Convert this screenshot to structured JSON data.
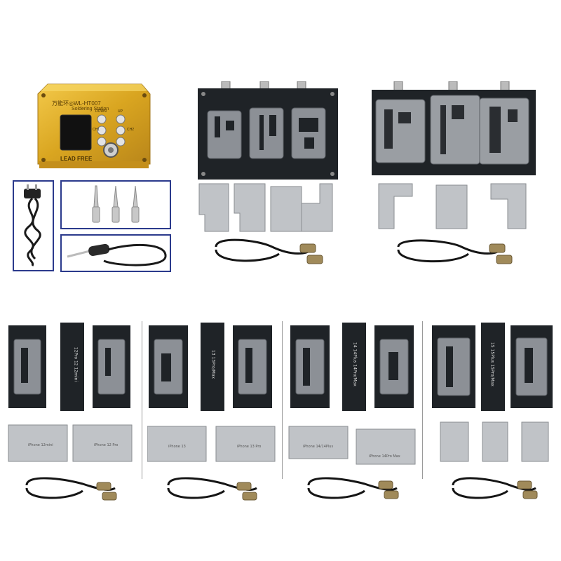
{
  "station": {
    "model": "WL-HT007",
    "brand_cn": "万能环◎",
    "subtitle": "Soldering Station",
    "footer": "LEAD FREE",
    "btn_down": "DOWN",
    "btn_up": "UP",
    "btn_ch1": "CH1",
    "btn_ch2": "CH2"
  },
  "top_fixtures": {
    "middle_set": {
      "label": "",
      "plates": 4
    },
    "right_set": {
      "label": "",
      "plates": 3
    }
  },
  "bottom_sets": [
    {
      "center_label": "12Pro 12 12mini",
      "stencil_left": "iPhone 12mini",
      "stencil_right": "iPhone 12 Pro"
    },
    {
      "center_label": "13 13Pro/Max",
      "stencil_left": "iPhone 13",
      "stencil_right": "iPhone 13 Pro"
    },
    {
      "center_label": "14 14Plus 14Pro/Max",
      "stencil_left": "iPhone 14/14Plus",
      "stencil_right": "iPhone 14Pro Max"
    },
    {
      "center_label": "15 15Plus 15Pro/Max",
      "stencil_left": "",
      "stencil_right": ""
    }
  ],
  "colors": {
    "gold": "#d9a520",
    "frame_blue": "#2b3a8c",
    "fixture_dark": "#1f2327",
    "plate_silver": "#b8bcc0"
  }
}
